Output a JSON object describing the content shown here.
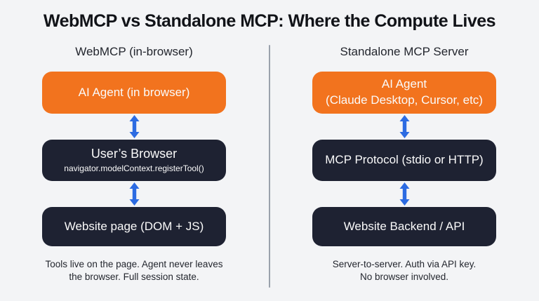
{
  "title": "WebMCP vs Standalone MCP: Where the Compute Lives",
  "colors": {
    "background": "#f3f4f6",
    "node_orange": "#f2731e",
    "node_dark": "#1e2232",
    "arrow_blue": "#2c6be2",
    "divider_gray": "#9aa1ac",
    "text_dark": "#23262e"
  },
  "columns": [
    {
      "header": "WebMCP (in-browser)",
      "boxes": [
        {
          "style": "orange",
          "line1": "AI Agent (in browser)"
        },
        {
          "style": "dark",
          "line1": "User’s Browser",
          "subline": "navigator.modelContext.registerTool()"
        },
        {
          "style": "dark",
          "line1": "Website page (DOM + JS)"
        }
      ],
      "caption_line1": "Tools live on the page. Agent never leaves",
      "caption_line2": "the browser. Full session state."
    },
    {
      "header": "Standalone MCP Server",
      "boxes": [
        {
          "style": "orange",
          "line1": "AI Agent",
          "line2": "(Claude Desktop, Cursor, etc)"
        },
        {
          "style": "dark",
          "line1": "MCP Protocol (stdio or HTTP)"
        },
        {
          "style": "dark",
          "line1": "Website Backend / API"
        }
      ],
      "caption_line1": "Server-to-server. Auth via API key.",
      "caption_line2": "No browser involved."
    }
  ]
}
